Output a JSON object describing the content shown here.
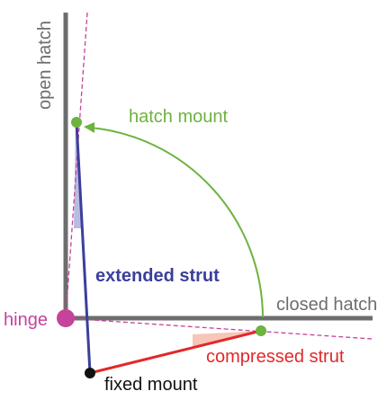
{
  "labels": {
    "open_hatch": "open hatch",
    "hatch_mount": "hatch mount",
    "closed_hatch": "closed hatch",
    "hinge": "hinge",
    "extended_strut": "extended strut",
    "compressed_strut": "compressed strut",
    "fixed_mount": "fixed mount"
  },
  "colors": {
    "hatch_gray": "#6d6d6d",
    "green": "#6db33f",
    "hinge_magenta": "#c5439a",
    "dashed_magenta": "#c5439a",
    "strut_blue": "#3b3f9c",
    "strut_red": "#e2282a",
    "fixed_black": "#111111",
    "angle_blue_fill": "#b8bcdf",
    "angle_red_fill": "#f7c6b8"
  }
}
